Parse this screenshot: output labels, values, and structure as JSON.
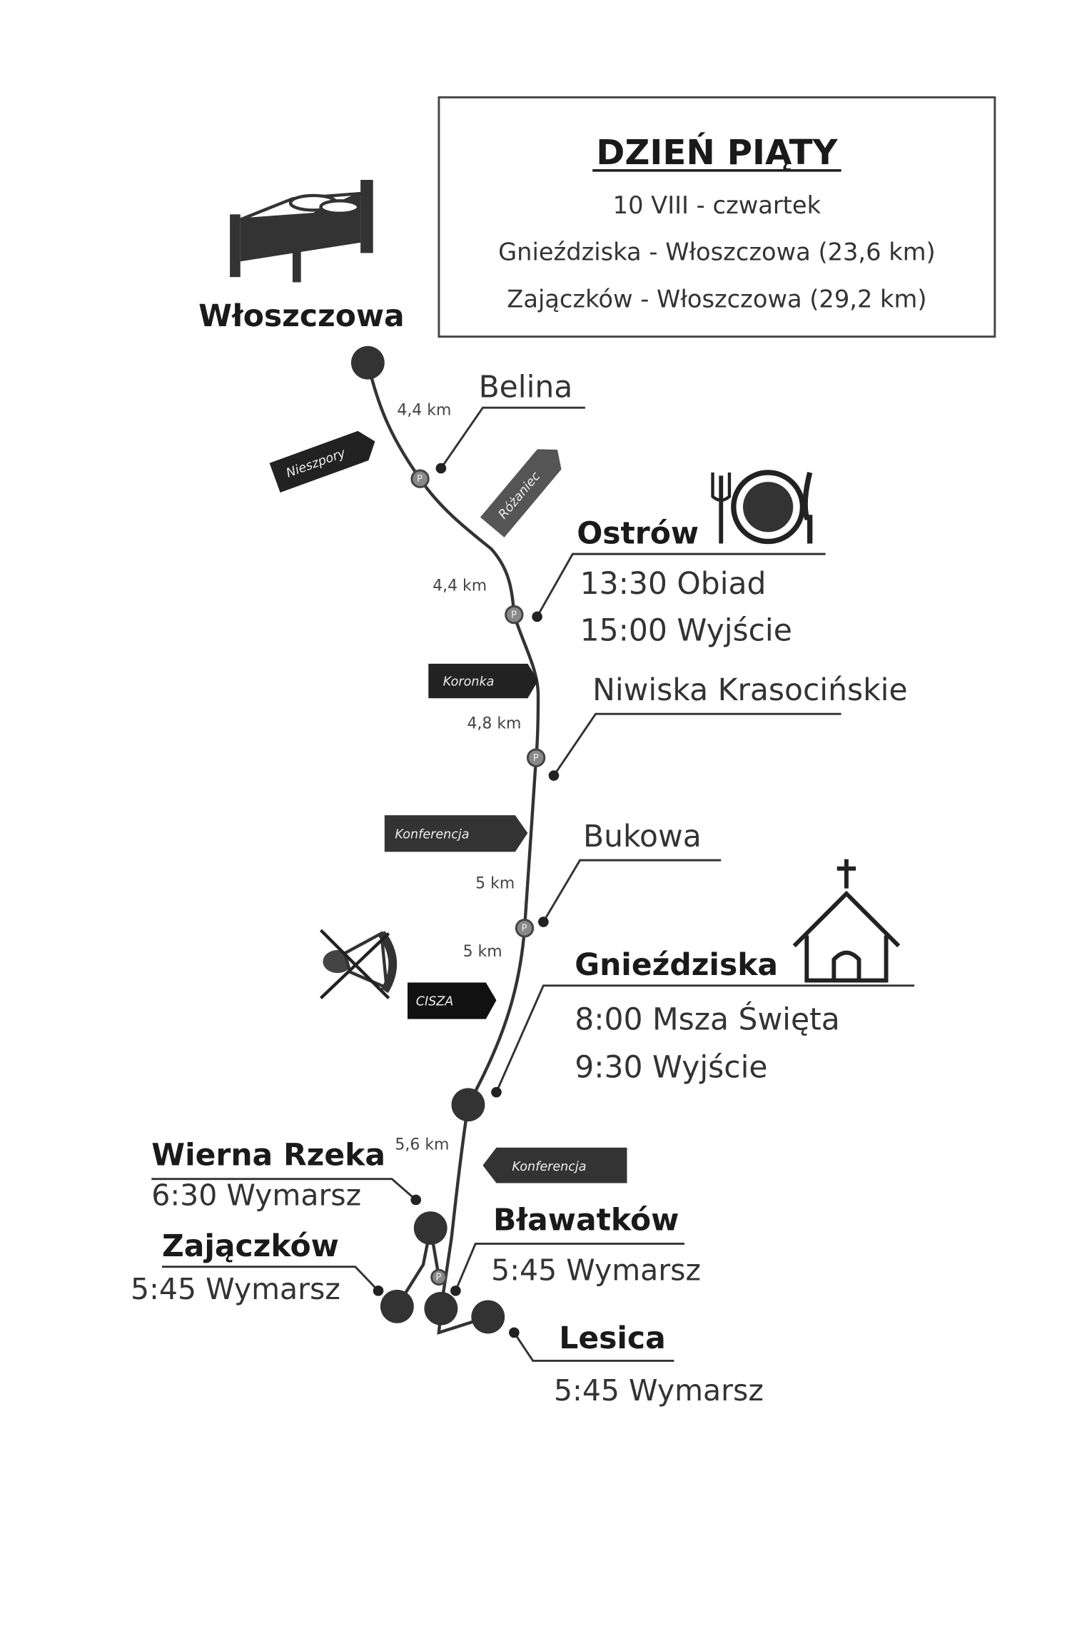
{
  "header": {
    "title": "DZIEŃ PIĄTY",
    "date": "10 VIII - czwartek",
    "route1": "Gnieździska - Włoszczowa  (23,6 km)",
    "route2": "Zajączków - Włoszczowa (29,2 km)"
  },
  "stops": {
    "wloszczowa": {
      "name": "Włoszczowa",
      "icon": "bed-icon"
    },
    "belina": {
      "name": "Belina"
    },
    "ostrow": {
      "name": "Ostrów",
      "line1": "13:30 Obiad",
      "line2": "15:00 Wyjście",
      "icon": "plate-cutlery-icon"
    },
    "niwiska": {
      "name": "Niwiska Krasocińskie"
    },
    "bukowa": {
      "name": "Bukowa"
    },
    "gniezdziska": {
      "name": "Gnieździska",
      "line1": "8:00 Msza Święta",
      "line2": "9:30 Wyjście",
      "icon": "church-icon"
    },
    "wierna": {
      "name": "Wierna Rzeka",
      "line1": "6:30 Wymarsz"
    },
    "blawatkow": {
      "name": "Bławatków",
      "line1": "5:45 Wymarsz"
    },
    "zajaczkow": {
      "name": "Zajączków",
      "line1": "5:45 Wymarsz"
    },
    "lesica": {
      "name": "Lesica",
      "line1": "5:45 Wymarsz"
    }
  },
  "distances": [
    "4,4 km",
    "4,4 km",
    "4,8 km",
    "5 km",
    "5 km",
    "5,6 km"
  ],
  "tags": [
    "Nieszpory",
    "Różaniec",
    "Koronka",
    "Konferencja",
    "CISZA",
    "Konferencja"
  ],
  "stop_marker": "P"
}
